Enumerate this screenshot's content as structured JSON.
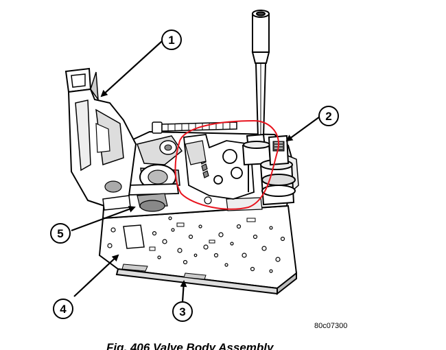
{
  "figure": {
    "callouts": [
      {
        "label": "1"
      },
      {
        "label": "2"
      },
      {
        "label": "3"
      },
      {
        "label": "4"
      },
      {
        "label": "5"
      }
    ],
    "reference_code": "80c07300",
    "caption": "Fig. 406 Valve Body Assembly",
    "highlight_color": "#e8141e",
    "line_color": "#000000"
  }
}
